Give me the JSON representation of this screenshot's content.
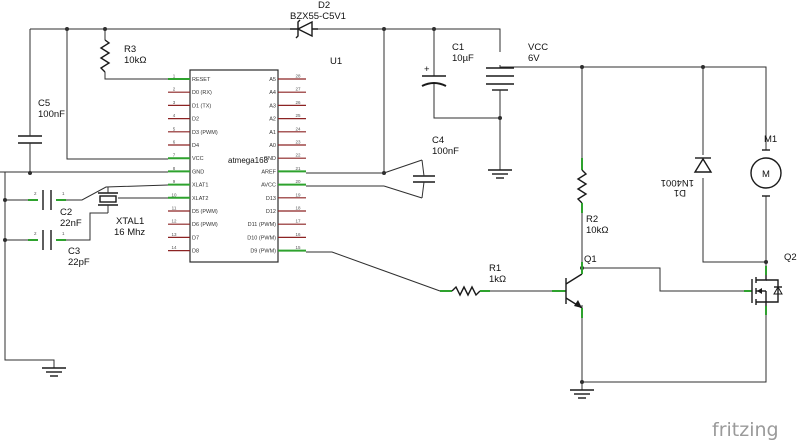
{
  "components": {
    "d2": {
      "ref": "D2",
      "value": "BZX55-C5V1"
    },
    "r3": {
      "ref": "R3",
      "value": "10kΩ"
    },
    "u1": {
      "ref": "U1",
      "chip": "atmega168"
    },
    "c1": {
      "ref": "C1",
      "value": "10µF"
    },
    "vcc": {
      "ref": "VCC",
      "value": "6V"
    },
    "c5": {
      "ref": "C5",
      "value": "100nF"
    },
    "c4": {
      "ref": "C4",
      "value": "100nF"
    },
    "c2": {
      "ref": "C2",
      "value": "22nF"
    },
    "c3": {
      "ref": "C3",
      "value": "22pF"
    },
    "xtal1": {
      "ref": "XTAL1",
      "value": "16 Mhz"
    },
    "r2": {
      "ref": "R2",
      "value": "10kΩ"
    },
    "r1": {
      "ref": "R1",
      "value": "1kΩ"
    },
    "q1": {
      "ref": "Q1"
    },
    "q2": {
      "ref": "Q2"
    },
    "d1": {
      "ref": "D1",
      "value": "1N4001"
    },
    "m1": {
      "ref": "M1",
      "symbol": "M"
    }
  },
  "ic_pins_left": [
    {
      "num": "1",
      "label": "RESET"
    },
    {
      "num": "2",
      "label": "D0 (RX)"
    },
    {
      "num": "3",
      "label": "D1 (TX)"
    },
    {
      "num": "4",
      "label": "D2"
    },
    {
      "num": "5",
      "label": "D3 (PWM)"
    },
    {
      "num": "6",
      "label": "D4"
    },
    {
      "num": "7",
      "label": "VCC"
    },
    {
      "num": "8",
      "label": "GND"
    },
    {
      "num": "9",
      "label": "XLAT1"
    },
    {
      "num": "10",
      "label": "XLAT2"
    },
    {
      "num": "11",
      "label": "D5 (PWM)"
    },
    {
      "num": "12",
      "label": "D6 (PWM)"
    },
    {
      "num": "13",
      "label": "D7"
    },
    {
      "num": "14",
      "label": "D8"
    }
  ],
  "ic_pins_right": [
    {
      "num": "28",
      "label": "A5"
    },
    {
      "num": "27",
      "label": "A4"
    },
    {
      "num": "26",
      "label": "A3"
    },
    {
      "num": "25",
      "label": "A2"
    },
    {
      "num": "24",
      "label": "A1"
    },
    {
      "num": "23",
      "label": "A0"
    },
    {
      "num": "22",
      "label": "GND"
    },
    {
      "num": "21",
      "label": "AREF"
    },
    {
      "num": "20",
      "label": "AVCC"
    },
    {
      "num": "19",
      "label": "D13"
    },
    {
      "num": "18",
      "label": "D12"
    },
    {
      "num": "17",
      "label": "D11 (PWM)"
    },
    {
      "num": "16",
      "label": "D10 (PWM)"
    },
    {
      "num": "15",
      "label": "D9 (PWM)"
    }
  ],
  "small_pin_numbers": {
    "c2_a": "2",
    "c2_b": "1",
    "c3_a": "2",
    "c3_b": "1",
    "c1_plus": "+"
  },
  "brand": "fritzing"
}
